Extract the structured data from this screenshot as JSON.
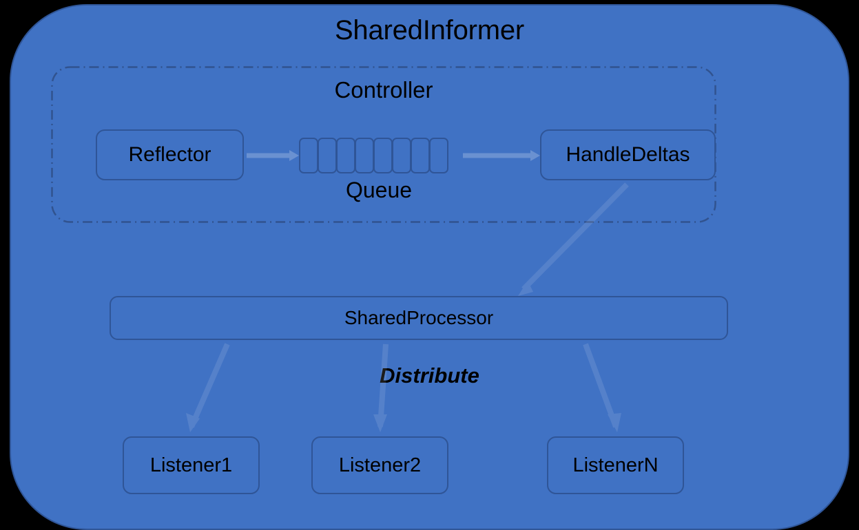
{
  "diagram": {
    "title": "SharedInformer",
    "background_color": "#4072C4",
    "border_color": "#2F5597",
    "text_color": "#000000"
  },
  "controller": {
    "title": "Controller",
    "reflector": "Reflector",
    "queue_label": "Queue",
    "queue_cells": 8,
    "handle_deltas": "HandleDeltas"
  },
  "processor": {
    "shared_processor": "SharedProcessor",
    "distribute": "Distribute"
  },
  "listeners": [
    {
      "label": "Listener1"
    },
    {
      "label": "Listener2"
    },
    {
      "label": "ListenerN"
    }
  ]
}
